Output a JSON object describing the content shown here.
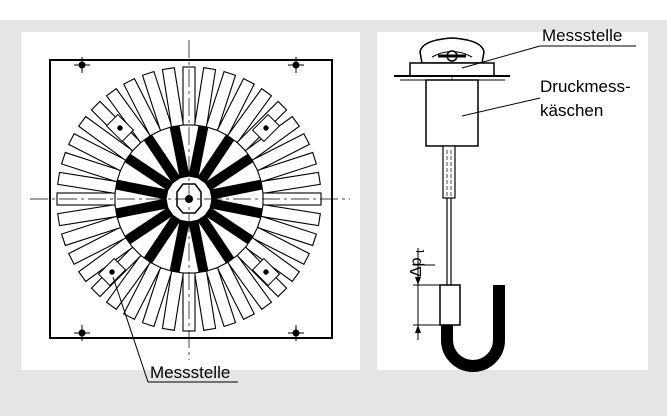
{
  "labels": {
    "measuring_point_top": "Messstelle",
    "pressure_box_line1": "Druckmess-",
    "pressure_box_line2": "käschen",
    "measuring_point_bottom": "Messstelle",
    "delta_p": "Δp",
    "delta_p_sub": "t"
  },
  "colors": {
    "background_panel": "#e5e5e5",
    "drawing_bg": "#ffffff",
    "line": "#000000"
  },
  "icons": [
    "diffuser-front-view",
    "pressure-box-side-view",
    "u-tube-manometer"
  ]
}
